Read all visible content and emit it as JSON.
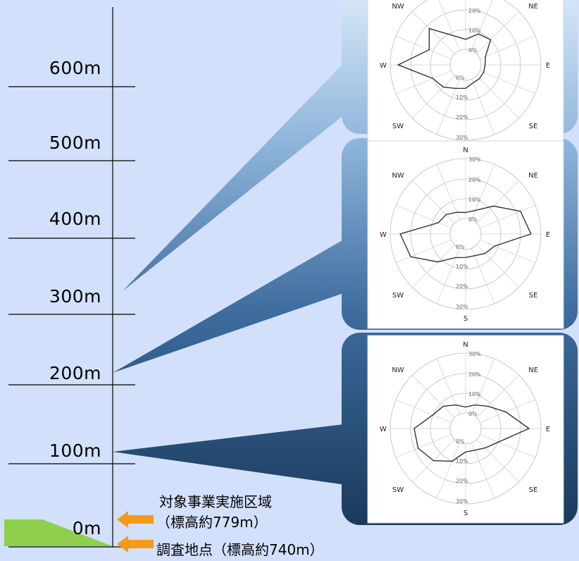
{
  "altitudes": [
    {
      "label": "600m"
    },
    {
      "label": "500m"
    },
    {
      "label": "400m"
    },
    {
      "label": "300m"
    },
    {
      "label": "200m"
    },
    {
      "label": "100m"
    },
    {
      "label": "0m"
    }
  ],
  "ground": {
    "project_area": [
      "対象事業実施区域",
      "（標高約779m）"
    ],
    "survey_point": "調査地点（標高約740m）"
  },
  "rose_labels": {
    "directions": [
      "N",
      "NE",
      "E",
      "SE",
      "S",
      "SW",
      "W",
      "NW"
    ],
    "rings": [
      "0%",
      "10%",
      "20%",
      "30%"
    ]
  },
  "colors": {
    "background": "#d3e0fb",
    "ground": "#8fcf4e",
    "arrow": "#f59a17",
    "callout_top": "#cfe1f4",
    "callout_bottom": "#1d3f62"
  },
  "roses": [
    {
      "callout_altitude": "300m",
      "values": [
        5,
        9,
        10,
        3,
        2,
        2,
        2,
        2,
        4,
        5,
        8,
        10,
        26,
        12,
        18,
        8
      ]
    },
    {
      "callout_altitude": "200m",
      "values": [
        3,
        5,
        12,
        22,
        25,
        8,
        6,
        4,
        4,
        5,
        12,
        22,
        25,
        7,
        6,
        4
      ]
    },
    {
      "callout_altitude": "100m",
      "values": [
        3,
        5,
        8,
        14,
        24,
        10,
        6,
        4,
        4,
        10,
        15,
        18,
        18,
        10,
        8,
        5
      ]
    }
  ]
}
